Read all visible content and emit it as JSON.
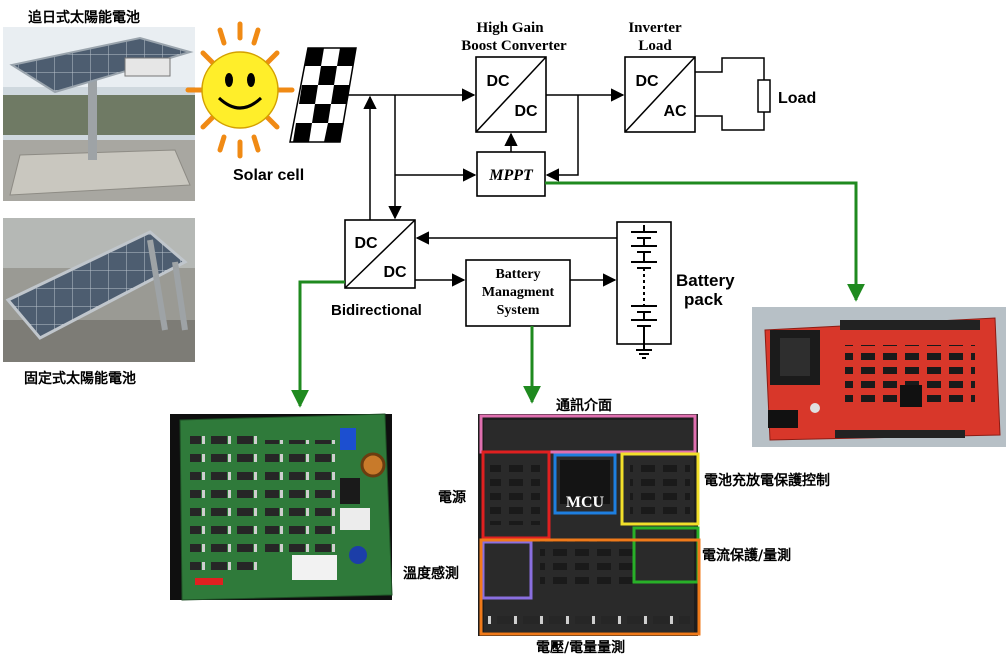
{
  "photos": {
    "tracking_panel_label": "追日式太陽能電池",
    "fixed_panel_label": "固定式太陽能電池"
  },
  "diagram": {
    "solar_cell": "Solar cell",
    "boost_title_1": "High Gain",
    "boost_title_2": "Boost Converter",
    "inverter_title_1": "Inverter",
    "inverter_title_2": "Load",
    "load": "Load",
    "mppt": "MPPT",
    "bidirectional": "Bidirectional",
    "bms_1": "Battery",
    "bms_2": "Managment",
    "bms_3": "System",
    "battery_1": "Battery",
    "battery_2": "pack",
    "dc": "DC",
    "ac": "AC"
  },
  "board_labels": {
    "comm": "通訊介面",
    "power": "電源",
    "mcu": "MCU",
    "battery_protect": "電池充放電保護控制",
    "current": "電流保護/量測",
    "temperature": "溫度感測",
    "voltage": "電壓/電量量測"
  },
  "colors": {
    "green_wire": "#1f8a1f",
    "pcb_green": "#2f7a3a",
    "pcb_red": "#d8372a",
    "pcb_black": "#1d1d1d",
    "frame_red": "#e02020",
    "frame_blue": "#1e7fe0",
    "frame_yellow": "#f2e02a",
    "frame_green": "#28b028",
    "frame_purple": "#8a6fe0",
    "frame_orange": "#f07a1a",
    "frame_pink": "#e070b0"
  }
}
